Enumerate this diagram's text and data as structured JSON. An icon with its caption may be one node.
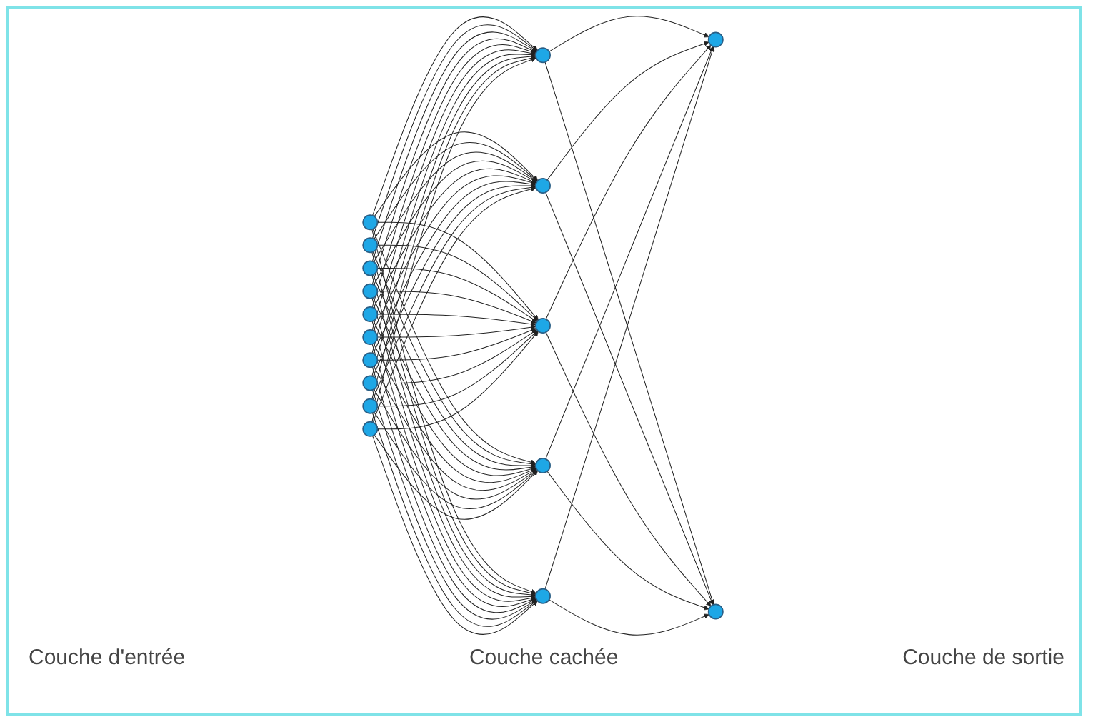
{
  "diagram": {
    "nodes": [
      {
        "text": [],
        "shape": "circle"
      },
      {
        "text": [],
        "shape": "circle"
      },
      {
        "text": [],
        "shape": "circle"
      },
      {
        "text": [],
        "shape": "circle"
      },
      {
        "text": [],
        "shape": "circle"
      },
      {
        "text": [],
        "shape": "circle"
      },
      {
        "text": [],
        "shape": "circle"
      },
      {
        "text": [],
        "shape": "circle"
      },
      {
        "text": [],
        "shape": "circle"
      },
      {
        "text": [],
        "shape": "circle"
      },
      {
        "text": [],
        "shape": "circle"
      },
      {
        "text": [],
        "shape": "circle"
      },
      {
        "text": [],
        "shape": "circle"
      },
      {
        "text": [],
        "shape": "circle"
      },
      {
        "text": [],
        "shape": "circle"
      },
      {
        "text": [],
        "shape": "circle"
      },
      {
        "text": [],
        "shape": "circle"
      }
    ],
    "edges": [
      {
        "from": 0,
        "to": 10,
        "arrow": "to"
      },
      {
        "from": 0,
        "to": 11,
        "arrow": "to"
      },
      {
        "from": 0,
        "to": 12,
        "arrow": "to"
      },
      {
        "from": 0,
        "to": 13,
        "arrow": "to"
      },
      {
        "from": 0,
        "to": 14,
        "arrow": "to"
      },
      {
        "from": 1,
        "to": 10,
        "arrow": "to"
      },
      {
        "from": 1,
        "to": 11,
        "arrow": "to"
      },
      {
        "from": 1,
        "to": 12,
        "arrow": "to"
      },
      {
        "from": 1,
        "to": 13,
        "arrow": "to"
      },
      {
        "from": 1,
        "to": 14,
        "arrow": "to"
      },
      {
        "from": 2,
        "to": 10,
        "arrow": "to"
      },
      {
        "from": 2,
        "to": 11,
        "arrow": "to"
      },
      {
        "from": 2,
        "to": 12,
        "arrow": "to"
      },
      {
        "from": 2,
        "to": 13,
        "arrow": "to"
      },
      {
        "from": 2,
        "to": 14,
        "arrow": "to"
      },
      {
        "from": 3,
        "to": 10,
        "arrow": "to"
      },
      {
        "from": 3,
        "to": 11,
        "arrow": "to"
      },
      {
        "from": 3,
        "to": 12,
        "arrow": "to"
      },
      {
        "from": 3,
        "to": 13,
        "arrow": "to"
      },
      {
        "from": 3,
        "to": 14,
        "arrow": "to"
      },
      {
        "from": 4,
        "to": 10,
        "arrow": "to"
      },
      {
        "from": 4,
        "to": 11,
        "arrow": "to"
      },
      {
        "from": 4,
        "to": 12,
        "arrow": "to"
      },
      {
        "from": 4,
        "to": 13,
        "arrow": "to"
      },
      {
        "from": 4,
        "to": 14,
        "arrow": "to"
      },
      {
        "from": 5,
        "to": 10,
        "arrow": "to"
      },
      {
        "from": 5,
        "to": 11,
        "arrow": "to"
      },
      {
        "from": 5,
        "to": 12,
        "arrow": "to"
      },
      {
        "from": 5,
        "to": 13,
        "arrow": "to"
      },
      {
        "from": 5,
        "to": 14,
        "arrow": "to"
      },
      {
        "from": 6,
        "to": 10,
        "arrow": "to"
      },
      {
        "from": 6,
        "to": 11,
        "arrow": "to"
      },
      {
        "from": 6,
        "to": 12,
        "arrow": "to"
      },
      {
        "from": 6,
        "to": 13,
        "arrow": "to"
      },
      {
        "from": 6,
        "to": 14,
        "arrow": "to"
      },
      {
        "from": 7,
        "to": 10,
        "arrow": "to"
      },
      {
        "from": 7,
        "to": 11,
        "arrow": "to"
      },
      {
        "from": 7,
        "to": 12,
        "arrow": "to"
      },
      {
        "from": 7,
        "to": 13,
        "arrow": "to"
      },
      {
        "from": 7,
        "to": 14,
        "arrow": "to"
      },
      {
        "from": 8,
        "to": 10,
        "arrow": "to"
      },
      {
        "from": 8,
        "to": 11,
        "arrow": "to"
      },
      {
        "from": 8,
        "to": 12,
        "arrow": "to"
      },
      {
        "from": 8,
        "to": 13,
        "arrow": "to"
      },
      {
        "from": 8,
        "to": 14,
        "arrow": "to"
      },
      {
        "from": 9,
        "to": 10,
        "arrow": "to"
      },
      {
        "from": 9,
        "to": 11,
        "arrow": "to"
      },
      {
        "from": 9,
        "to": 12,
        "arrow": "to"
      },
      {
        "from": 9,
        "to": 13,
        "arrow": "to"
      },
      {
        "from": 9,
        "to": 14,
        "arrow": "to"
      },
      {
        "from": 10,
        "to": 15,
        "arrow": "to"
      },
      {
        "from": 10,
        "to": 16,
        "arrow": "to"
      },
      {
        "from": 11,
        "to": 15,
        "arrow": "to"
      },
      {
        "from": 11,
        "to": 16,
        "arrow": "to"
      },
      {
        "from": 12,
        "to": 15,
        "arrow": "to"
      },
      {
        "from": 12,
        "to": 16,
        "arrow": "to"
      },
      {
        "from": 13,
        "to": 15,
        "arrow": "to"
      },
      {
        "from": 13,
        "to": 16,
        "arrow": "to"
      },
      {
        "from": 14,
        "to": 15,
        "arrow": "to"
      },
      {
        "from": 14,
        "to": 16,
        "arrow": "to"
      }
    ],
    "labels": [
      "Couche d'entrée",
      "Couche cachée",
      "Couche de sortie"
    ]
  }
}
